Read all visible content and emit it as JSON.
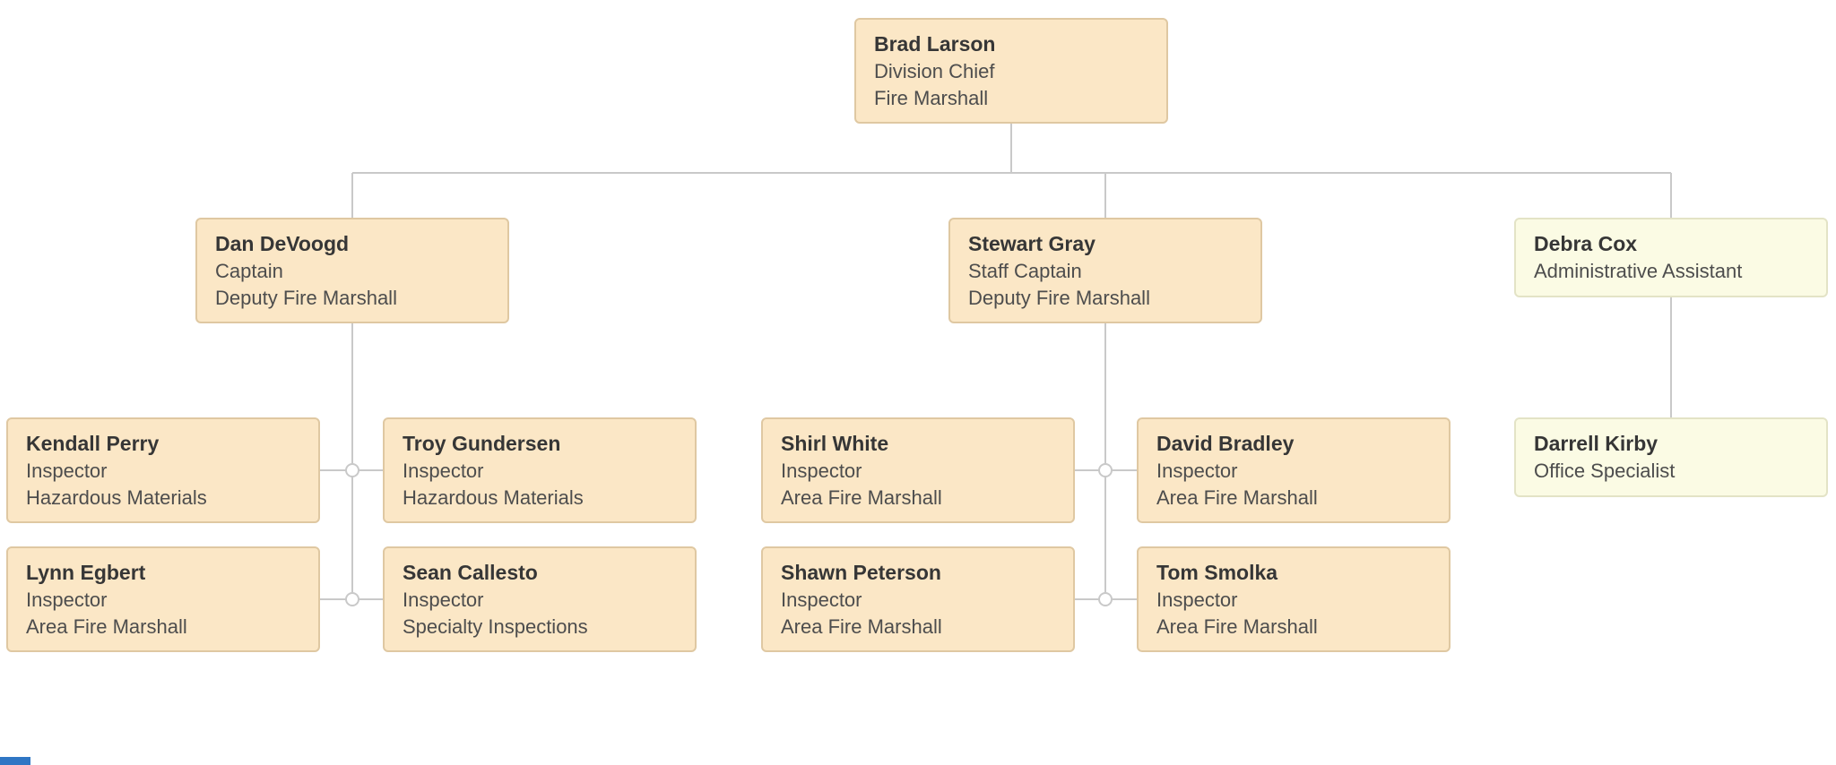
{
  "org_chart": {
    "colors": {
      "node_fill": "#fbe7c6",
      "node_border": "#dfc8a2",
      "assistant_fill": "#fbfbe4",
      "assistant_border": "#e3e3c6",
      "connector_line": "#c9c9c9",
      "name_text": "#363636",
      "title_text": "#4d4d4d",
      "corner_accent": "#2f76c4"
    },
    "nodes": [
      {
        "name": "Brad Larson",
        "title": "Division Chief",
        "subtitle": "Fire Marshall",
        "variant": "standard",
        "reports_to": null
      },
      {
        "name": "Dan DeVoogd",
        "title": "Captain",
        "subtitle": "Deputy Fire Marshall",
        "variant": "standard",
        "reports_to": "Brad Larson"
      },
      {
        "name": "Stewart Gray",
        "title": "Staff Captain",
        "subtitle": "Deputy Fire Marshall",
        "variant": "standard",
        "reports_to": "Brad Larson"
      },
      {
        "name": "Debra Cox",
        "title": "Administrative Assistant",
        "subtitle": "",
        "variant": "assistant",
        "reports_to": "Brad Larson"
      },
      {
        "name": "Kendall Perry",
        "title": "Inspector",
        "subtitle": "Hazardous Materials",
        "variant": "standard",
        "reports_to": "Dan DeVoogd"
      },
      {
        "name": "Troy Gundersen",
        "title": "Inspector",
        "subtitle": "Hazardous Materials",
        "variant": "standard",
        "reports_to": "Dan DeVoogd"
      },
      {
        "name": "Lynn Egbert",
        "title": "Inspector",
        "subtitle": "Area Fire Marshall",
        "variant": "standard",
        "reports_to": "Dan DeVoogd"
      },
      {
        "name": "Sean Callesto",
        "title": "Inspector",
        "subtitle": "Specialty Inspections",
        "variant": "standard",
        "reports_to": "Dan DeVoogd"
      },
      {
        "name": "Shirl White",
        "title": "Inspector",
        "subtitle": "Area Fire Marshall",
        "variant": "standard",
        "reports_to": "Stewart Gray"
      },
      {
        "name": "David Bradley",
        "title": "Inspector",
        "subtitle": "Area Fire Marshall",
        "variant": "standard",
        "reports_to": "Stewart Gray"
      },
      {
        "name": "Shawn Peterson",
        "title": "Inspector",
        "subtitle": "Area Fire Marshall",
        "variant": "standard",
        "reports_to": "Stewart Gray"
      },
      {
        "name": "Tom Smolka",
        "title": "Inspector",
        "subtitle": "Area Fire Marshall",
        "variant": "standard",
        "reports_to": "Stewart Gray"
      },
      {
        "name": "Darrell Kirby",
        "title": "Office Specialist",
        "subtitle": "",
        "variant": "assistant",
        "reports_to": "Debra Cox"
      }
    ]
  }
}
